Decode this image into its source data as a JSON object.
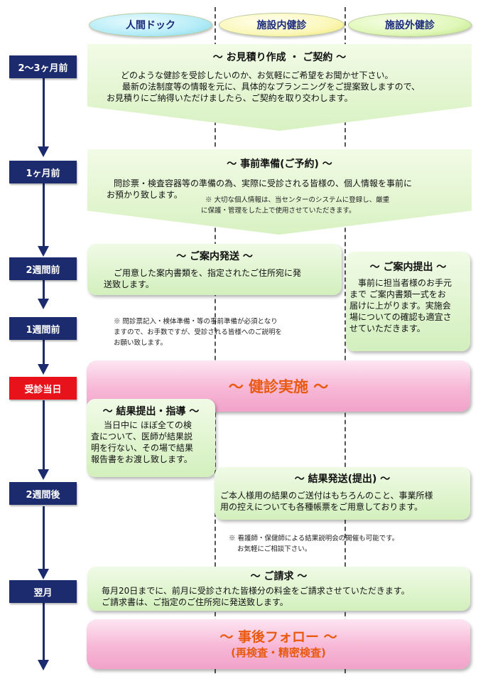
{
  "columns": [
    "人間ドック",
    "施設内健診",
    "施設外健診"
  ],
  "timeline": [
    {
      "label": "2～3ヶ月前",
      "highlight": false
    },
    {
      "label": "1ヶ月前",
      "highlight": false
    },
    {
      "label": "2週間前",
      "highlight": false
    },
    {
      "label": "1週間前",
      "highlight": false
    },
    {
      "label": "受診当日",
      "highlight": true
    },
    {
      "label": "2週間後",
      "highlight": false
    },
    {
      "label": "翌月",
      "highlight": false
    }
  ],
  "estimate": {
    "title": "～ お見積り作成 ・ ご契約 ～",
    "lines": [
      "どのような健診を受診したいのか、お気軽にご希望をお聞かせ下さい。",
      "最新の法制度等の情報を元に、具体的なプランニングをご提案致しますので、",
      "お見積りにご納得いただけましたら、ご契約を取り交わします。"
    ]
  },
  "preparation": {
    "title": "～ 事前準備(ご予約) ～",
    "lines": [
      "問診票・検査容器等の準備の為、実際に受診される皆様の、個人情報を事前に",
      "お預かり致します。"
    ],
    "note": [
      "※ 大切な個人情報は、当センターのシステムに登録し、厳重",
      "に保護・管理をした上で使用させていただきます。"
    ]
  },
  "guide_send": {
    "title": "～ ご案内発送 ～",
    "lines": [
      "ご用意した案内書類を、指定されたご住所宛に発",
      "送致します。"
    ]
  },
  "guide_submit": {
    "title": "～ ご案内提出 ～",
    "lines": [
      "事前に担当者様のお手元",
      "まで ご案内書類一式をお",
      "届けに上がります。実施会",
      "場についての確認も適宜さ",
      "せていただきます。"
    ]
  },
  "prep_note": [
    "※ 問診票記入・検体準備・等の事前準備が必須となり",
    "ますので、お手数ですが、受診される皆様へのご説明を",
    "お願い致します。"
  ],
  "exam": {
    "title": "～ 健診実施 ～"
  },
  "result_guidance": {
    "title": "～ 結果提出・指導 ～",
    "lines": [
      "当日中に ほぼ全ての検",
      "査について、医師が結果説",
      "明を行ない、その場で結果",
      "報告書をお渡し致します。"
    ]
  },
  "result_send": {
    "title": "～ 結果発送(提出) ～",
    "lines": [
      "ご本人様用の結果のご送付はもちろんのこと、事業所様",
      "用の控えについても各種帳票をご用意しております。"
    ]
  },
  "result_note": [
    "※ 看護師・保健師による結果説明会の開催も可能です。",
    "お気軽にご相談下さい。"
  ],
  "billing": {
    "title": "～ ご請求 ～",
    "lines": [
      "毎月20日までに、前月に受診された皆様分の料金をご請求させていただきます。",
      "ご請求書は、ご指定のご住所宛に発送致します。"
    ]
  },
  "followup": {
    "title": "～ 事後フォロー ～",
    "subtitle": "(再検査・精密検査)"
  },
  "colors": {
    "navy": "#1b2b6e",
    "red": "#e8121b",
    "orange": "#e85a10",
    "green_box": "#d8f1c2",
    "pink_box": "#f7b7d6"
  }
}
